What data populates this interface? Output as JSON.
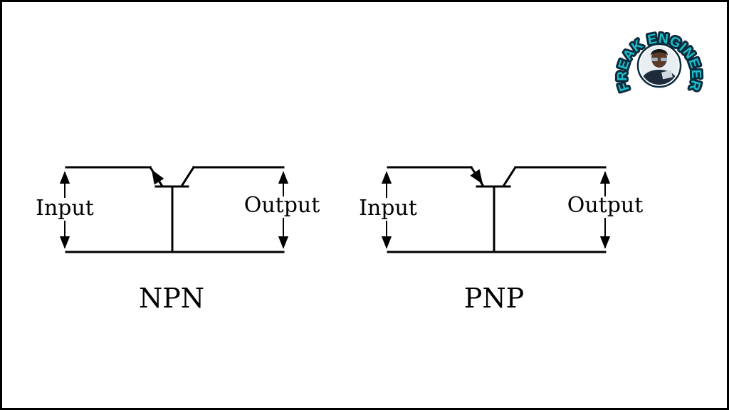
{
  "logo": {
    "text": "FREAK ENGINEER",
    "ring_color": "#1bbfc8",
    "outline_color": "#0b2a3d"
  },
  "npn": {
    "input_label": "Input",
    "output_label": "Output",
    "caption": "NPN"
  },
  "pnp": {
    "input_label": "Input",
    "output_label": "Output",
    "caption": "PNP"
  }
}
